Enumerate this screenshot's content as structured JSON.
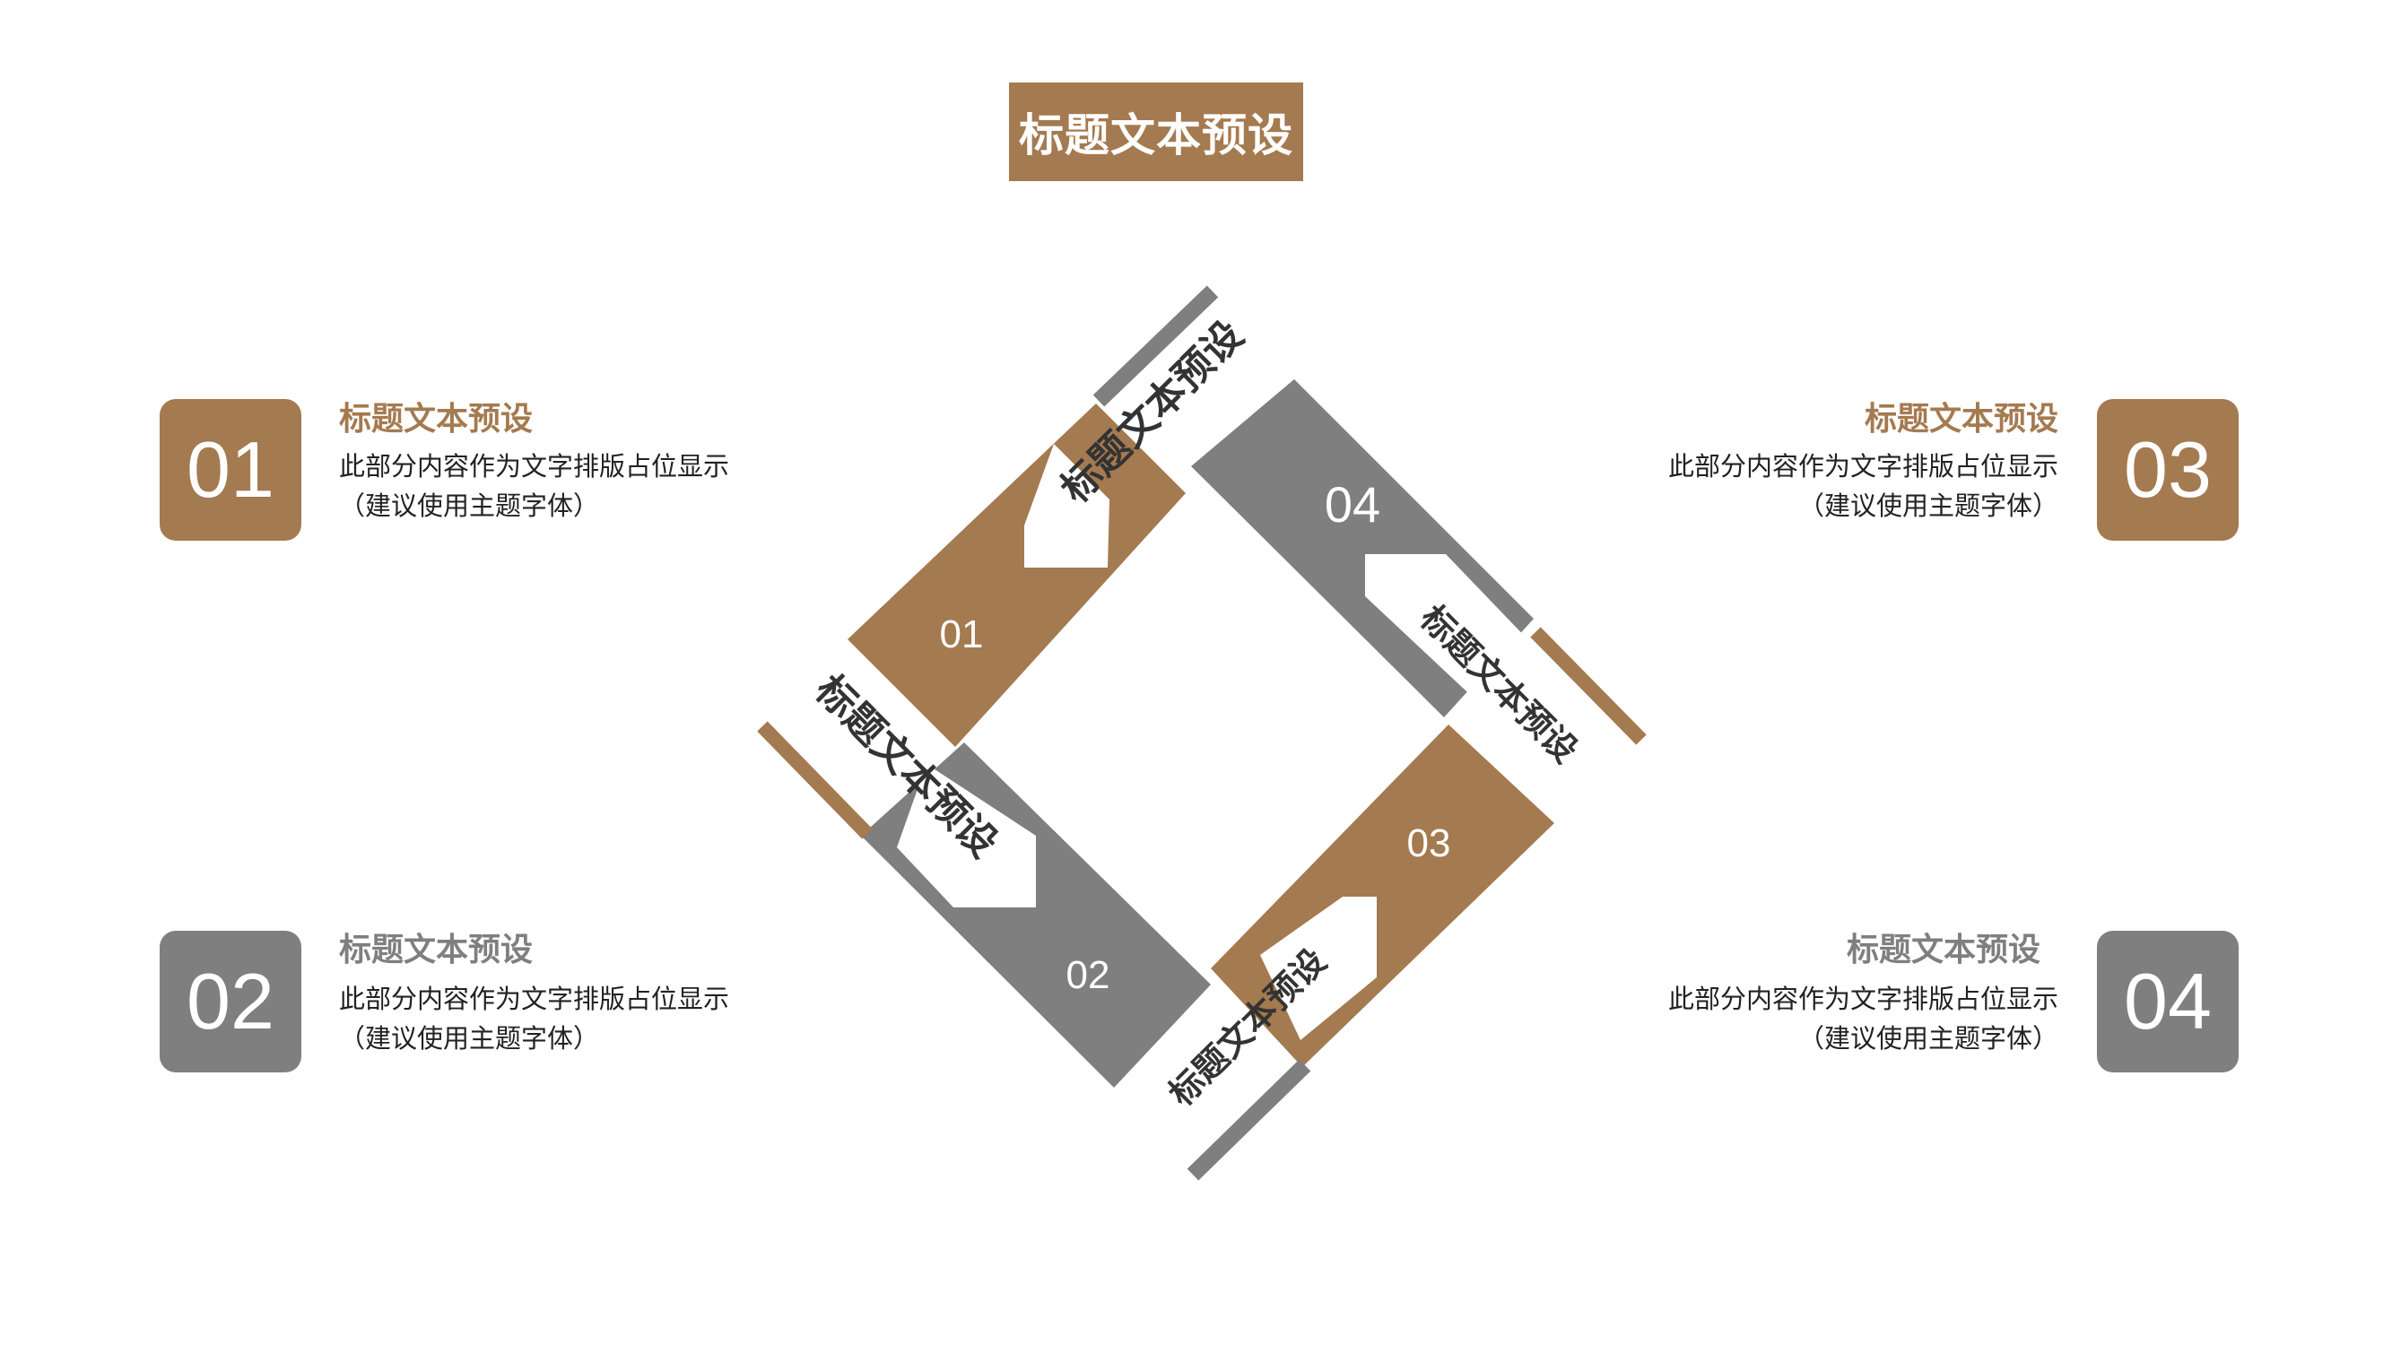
{
  "header": {
    "title": "标题文本预设"
  },
  "colors": {
    "brown": "#A47A50",
    "gray": "#7F7F7F",
    "text": "#222222",
    "white": "#FFFFFF"
  },
  "diagram": {
    "blocks": [
      {
        "number": "01",
        "label": "标题文本预设",
        "color": "brown"
      },
      {
        "number": "02",
        "label": "标题文本预设",
        "color": "gray"
      },
      {
        "number": "03",
        "label": "标题文本预设",
        "color": "brown"
      },
      {
        "number": "04",
        "label": "标题文本预设",
        "color": "gray"
      }
    ]
  },
  "items": [
    {
      "number": "01",
      "title": "标题文本预设",
      "desc_line1": "此部分内容作为文字排版占位显示",
      "desc_line2": "（建议使用主题字体）",
      "color": "brown"
    },
    {
      "number": "02",
      "title": "标题文本预设",
      "desc_line1": "此部分内容作为文字排版占位显示",
      "desc_line2": "（建议使用主题字体）",
      "color": "gray"
    },
    {
      "number": "03",
      "title": "标题文本预设",
      "desc_line1": "此部分内容作为文字排版占位显示",
      "desc_line2": "（建议使用主题字体）",
      "color": "brown"
    },
    {
      "number": "04",
      "title": "标题文本预设",
      "desc_line1": "此部分内容作为文字排版占位显示",
      "desc_line2": "（建议使用主题字体）",
      "color": "gray"
    }
  ]
}
